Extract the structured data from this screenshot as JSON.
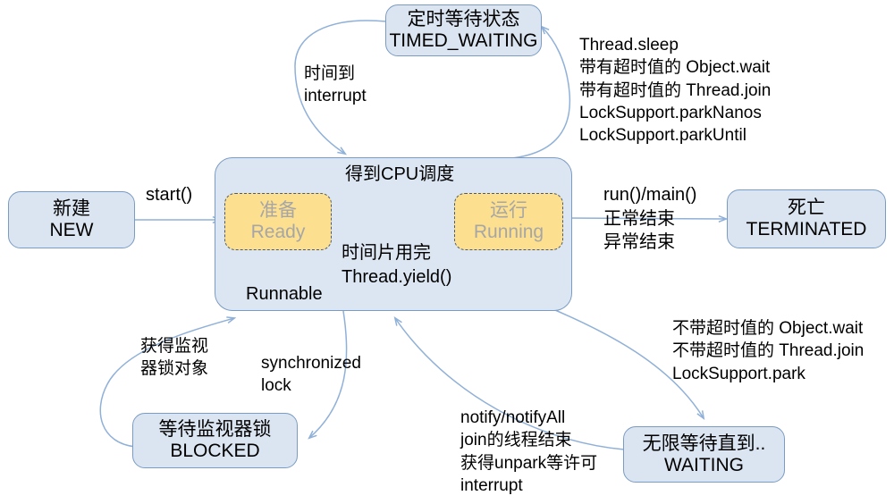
{
  "diagram": {
    "title": "Java Thread State Transition Diagram",
    "colors": {
      "state_fill": "#dbe5f1",
      "state_border": "#7a9bc4",
      "runnable_fill": "#dce6f2",
      "inner_fill": "#fcdf8f",
      "inner_border": "#4a5b73",
      "inner_text": "#a6a6a6",
      "edge": "#8fb0d8",
      "text": "#000000",
      "background": "#ffffff"
    },
    "nodes": {
      "timed_waiting": {
        "line1": "定时等待状态",
        "line2": "TIMED_WAITING"
      },
      "new": {
        "line1": "新建",
        "line2": "NEW"
      },
      "terminated": {
        "line1": "死亡",
        "line2": "TERMINATED"
      },
      "blocked": {
        "line1": "等待监视器锁",
        "line2": "BLOCKED"
      },
      "waiting": {
        "line1": "无限等待直到..",
        "line2": "WAITING"
      },
      "runnable": {
        "caption": "Runnable"
      },
      "ready": {
        "line1": "准备",
        "line2": "Ready"
      },
      "running": {
        "line1": "运行",
        "line2": "Running"
      }
    },
    "edge_labels": {
      "start": "start()",
      "timed_waiting_out": {
        "line1": "时间到",
        "line2": "interrupt"
      },
      "timed_waiting_in": {
        "line1": "Thread.sleep",
        "line2": "带有超时值的 Object.wait",
        "line3": "带有超时值的 Thread.join",
        "line4": "LockSupport.parkNanos",
        "line5": "LockSupport.parkUntil"
      },
      "get_cpu": "得到CPU调度",
      "yield": {
        "line1": "时间片用完",
        "line2": "Thread.yield()"
      },
      "terminate": {
        "line1": "run()/main()",
        "line2": "正常结束",
        "line3": "异常结束"
      },
      "blocked_out": {
        "line1": "获得监视",
        "line2": "器锁对象"
      },
      "blocked_in": {
        "line1": "synchronized",
        "line2": "lock"
      },
      "waiting_in": {
        "line1": "不带超时值的 Object.wait",
        "line2": "不带超时值的 Thread.join",
        "line3": "LockSupport.park"
      },
      "waiting_out": {
        "line1": "notify/notifyAll",
        "line2": "join的线程结束",
        "line3": "获得unpark等许可",
        "line4": "interrupt"
      }
    }
  }
}
